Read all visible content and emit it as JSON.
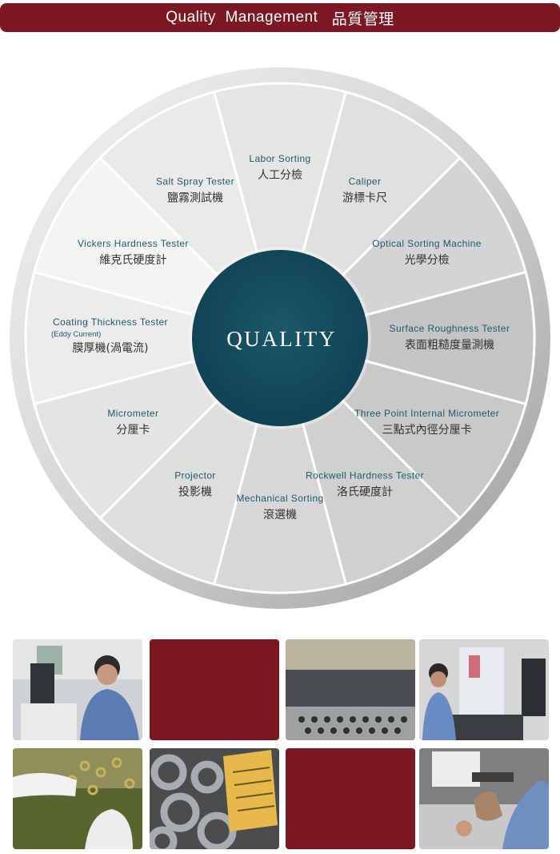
{
  "header": {
    "title_en": "Quality  Management",
    "title_zh": "品質管理"
  },
  "wheel": {
    "center": "QUALITY",
    "segments": [
      {
        "en": "Labor Sorting",
        "zh": "人工分檢"
      },
      {
        "en": "Caliper",
        "zh": "游標卡尺"
      },
      {
        "en": "Optical Sorting Machine",
        "zh": "光學分檢"
      },
      {
        "en": "Surface Roughness Tester",
        "zh": "表面粗糙度量測機"
      },
      {
        "en": "Three Point Internal Micrometer",
        "zh": "三點式內徑分厘卡"
      },
      {
        "en": "Rockwell Hardness Tester",
        "zh": "洛氏硬度計"
      },
      {
        "en": "Mechanical Sorting",
        "zh": "滾選機"
      },
      {
        "en": "Projector",
        "zh": "投影機"
      },
      {
        "en": "Micrometer",
        "zh": "分厘卡"
      },
      {
        "en": "Coating Thickness Tester",
        "sub": "(Eddy Current)",
        "zh": "膜厚機(渦電流)"
      },
      {
        "en": "Vickers Hardness Tester",
        "zh": "維克氏硬度計"
      },
      {
        "en": "Salt Spray Tester",
        "zh": "鹽霧測試機"
      }
    ]
  },
  "photos": [
    {
      "icon": "hardness-tester-operator-photo"
    },
    {
      "icon": "blank-red-tile"
    },
    {
      "icon": "sorting-conveyor-photo"
    },
    {
      "icon": "optical-machine-operator-photo"
    },
    {
      "icon": "gloved-hand-washers-photo"
    },
    {
      "icon": "washers-with-tag-photo"
    },
    {
      "icon": "blank-red-tile"
    },
    {
      "icon": "inspection-hands-photo"
    }
  ],
  "colors": {
    "brand": "#7b1822",
    "center": "#154d5c",
    "label": "#1d5a6b"
  }
}
